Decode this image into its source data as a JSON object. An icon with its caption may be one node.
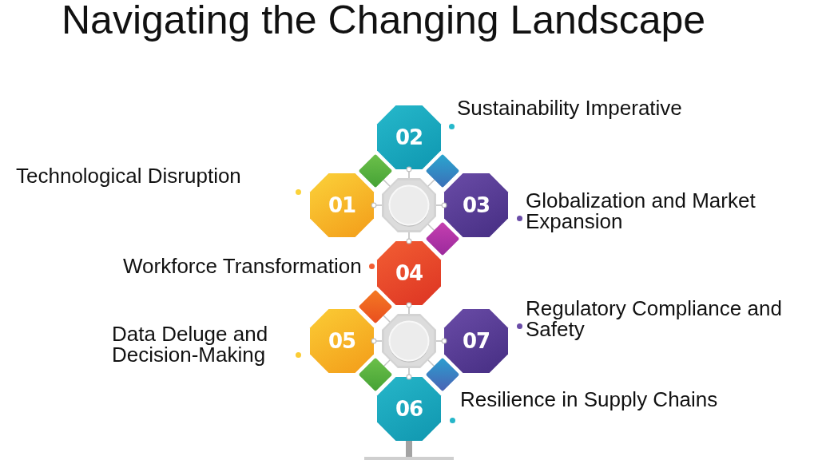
{
  "diagram": {
    "title": "Navigating the Changing Landscape",
    "nodes": [
      {
        "text": [
          "01"
        ],
        "beside": [
          "Technological Disruption"
        ]
      },
      {
        "text": [
          "02"
        ],
        "beside": [
          "Sustainability Imperative"
        ]
      },
      {
        "text": [
          "03"
        ],
        "beside": [
          "Globalization and Market Expansion"
        ]
      },
      {
        "text": [
          "04"
        ],
        "beside": [
          "Workforce Transformation"
        ]
      },
      {
        "text": [
          "05"
        ],
        "beside": [
          "Data Deluge and Decision-Making"
        ]
      },
      {
        "text": [
          "06"
        ],
        "beside": [
          "Resilience in Supply Chains"
        ]
      },
      {
        "text": [
          "07"
        ],
        "beside": [
          "Regulatory Compliance and Safety"
        ]
      },
      {
        "text": [],
        "shape": "octagon"
      },
      {
        "text": [],
        "shape": "octagon"
      }
    ],
    "edges": [
      {
        "from": 7,
        "to": 0,
        "arrow": "other"
      },
      {
        "from": 7,
        "to": 1,
        "arrow": "other"
      },
      {
        "from": 7,
        "to": 2,
        "arrow": "other"
      },
      {
        "from": 7,
        "to": 3,
        "arrow": "other"
      },
      {
        "from": 8,
        "to": 3,
        "arrow": "other"
      },
      {
        "from": 8,
        "to": 4,
        "arrow": "other"
      },
      {
        "from": 8,
        "to": 5,
        "arrow": "other"
      },
      {
        "from": 8,
        "to": 6,
        "arrow": "other"
      }
    ]
  }
}
